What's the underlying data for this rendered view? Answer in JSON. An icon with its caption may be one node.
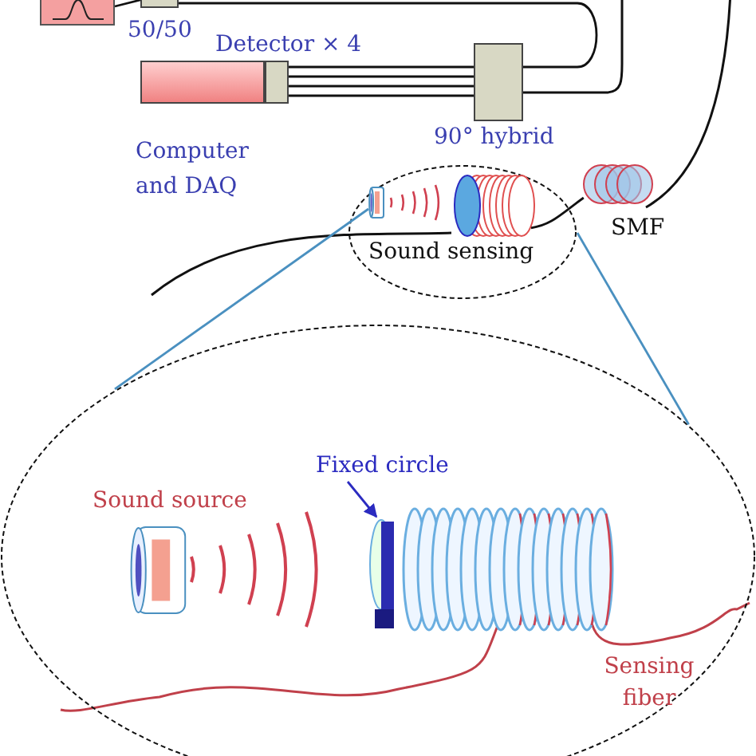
{
  "diagram": {
    "nodes": [
      {
        "text": [],
        "shape": "box"
      },
      {
        "text": [
          "50/50"
        ]
      },
      {
        "text": [
          "Computer and DAQ"
        ]
      },
      {
        "text": [
          "Detector × 4"
        ]
      },
      {
        "text": [
          "90° hybrid"
        ]
      },
      {
        "text": [
          "SMF"
        ]
      },
      {
        "text": [
          "Sound sensing"
        ]
      },
      {
        "text": [],
        "shape": "picture",
        "in": 6
      },
      {
        "text": [],
        "shape": "picture",
        "in": 6
      },
      {
        "text": [],
        "shape": "ellipse"
      },
      {
        "text": [
          "Sound source"
        ],
        "in": 9
      },
      {
        "text": [
          "Fixed circle"
        ],
        "in": 9
      },
      {
        "text": [],
        "shape": "picture",
        "in": 9
      },
      {
        "text": [],
        "shape": "ring",
        "in": 9
      }
    ],
    "edges": [
      {
        "from": 0,
        "to": 1,
        "arrow": "none"
      },
      {
        "from": 1,
        "to": 4,
        "arrow": "none"
      },
      {
        "from": 3,
        "to": 4,
        "arrow": "none"
      },
      {
        "from": 3,
        "to": 4,
        "arrow": "none"
      },
      {
        "from": 3,
        "to": 4,
        "arrow": "none"
      },
      {
        "from": 3,
        "to": 4,
        "arrow": "none"
      },
      {
        "from": 5,
        "to": 8,
        "arrow": "none"
      },
      {
        "from": 7,
        "to": 9,
        "arrow": "none",
        "color": "#4a90c0"
      },
      {
        "from": 6,
        "to": 9,
        "arrow": "none",
        "color": "#4a90c0"
      },
      {
        "from": 11,
        "to": 13,
        "arrow": "to",
        "color": "#2b2bc0"
      }
    ],
    "labels": [
      "Sensing fiber"
    ]
  }
}
